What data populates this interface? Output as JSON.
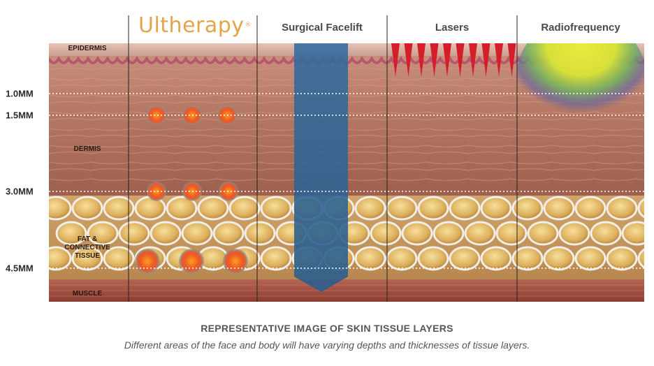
{
  "columns": {
    "brand": "Ultherapy",
    "brand_mark": "®",
    "surgical": "Surgical Facelift",
    "lasers": "Lasers",
    "radiofrequency": "Radiofrequency"
  },
  "depths": [
    "1.0MM",
    "1.5MM",
    "3.0MM",
    "4.5MM"
  ],
  "layers": {
    "epidermis": "EPIDERMIS",
    "dermis": "DERMIS",
    "fat_line1": "FAT &",
    "fat_line2": "CONNECTIVE",
    "fat_line3": "TISSUE",
    "muscle": "MUSCLE"
  },
  "caption": {
    "title": "REPRESENTATIVE IMAGE OF SKIN TISSUE LAYERS",
    "subtitle": "Different areas of the face and body will have varying depths and thicknesses of tissue layers."
  },
  "colors": {
    "brand": "#e3a44a",
    "surgical_bar": "#2f6a9a",
    "laser": "#d41e2a",
    "rf_core": "#e4e83a",
    "dot": "#f05a22"
  }
}
